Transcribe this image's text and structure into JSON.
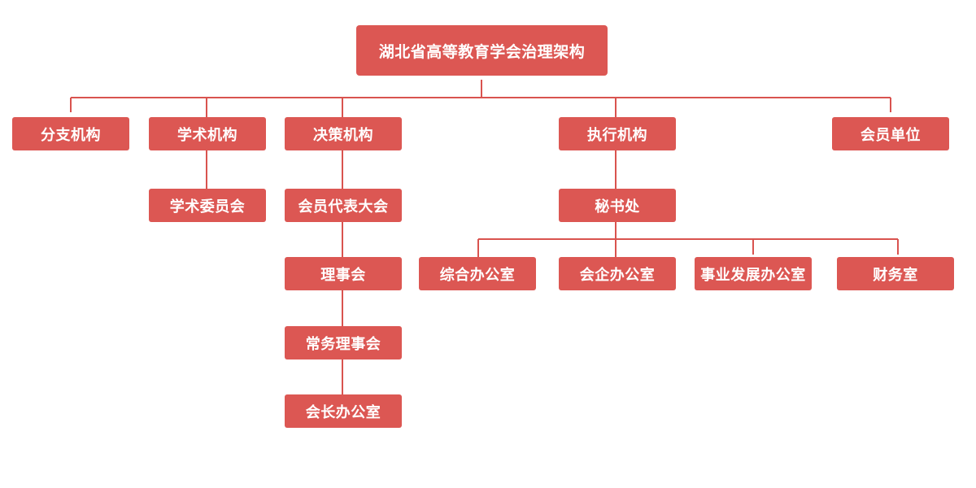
{
  "diagram": {
    "root": "湖北省高等教育学会治理架构",
    "branches": {
      "fenzhi": "分支机构",
      "xueshu": "学术机构",
      "juece": "决策机构",
      "zhixing": "执行机构",
      "huiyuan": "会员单位"
    },
    "academic": {
      "committee": "学术委员会"
    },
    "decision": {
      "assembly": "会员代表大会",
      "council": "理事会",
      "standing_council": "常务理事会",
      "president_office": "会长办公室"
    },
    "executive": {
      "secretariat": "秘书处",
      "offices": {
        "general": "综合办公室",
        "enterprise": "会企办公室",
        "development": "事业发展办公室",
        "finance": "财务室"
      }
    }
  }
}
